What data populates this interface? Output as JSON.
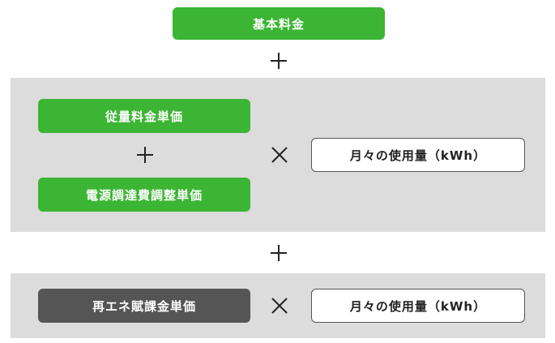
{
  "colors": {
    "green": "#3cb534",
    "dark": "#555555",
    "panel": "#dcdcdc",
    "outline": "#555555"
  },
  "base_fee": "基本料金",
  "panel_1": {
    "usage_unit_price": "従量料金単価",
    "fuel_adjustment_unit_price": "電源調達費調整単価",
    "monthly_usage": "月々の使用量（kWh）"
  },
  "panel_2": {
    "renewable_levy_unit_price": "再エネ賦課金単価",
    "monthly_usage": "月々の使用量（kWh）"
  },
  "icons": {
    "plus": "plus-icon",
    "times": "multiply-icon"
  }
}
